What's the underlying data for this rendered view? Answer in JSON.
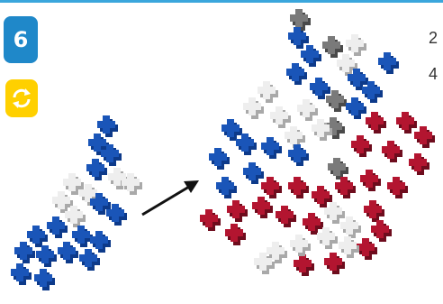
{
  "step": {
    "number": "6"
  },
  "rotate": {
    "icon": "rotate-arrows-icon",
    "color": "#ffd000"
  },
  "side_numbers": [
    "2",
    "4"
  ],
  "colors": {
    "blue": "#1a55b8",
    "white": "#f0f0f0",
    "red": "#b31530",
    "gray": "#7a7a7a",
    "accent": "#1f88c9"
  }
}
